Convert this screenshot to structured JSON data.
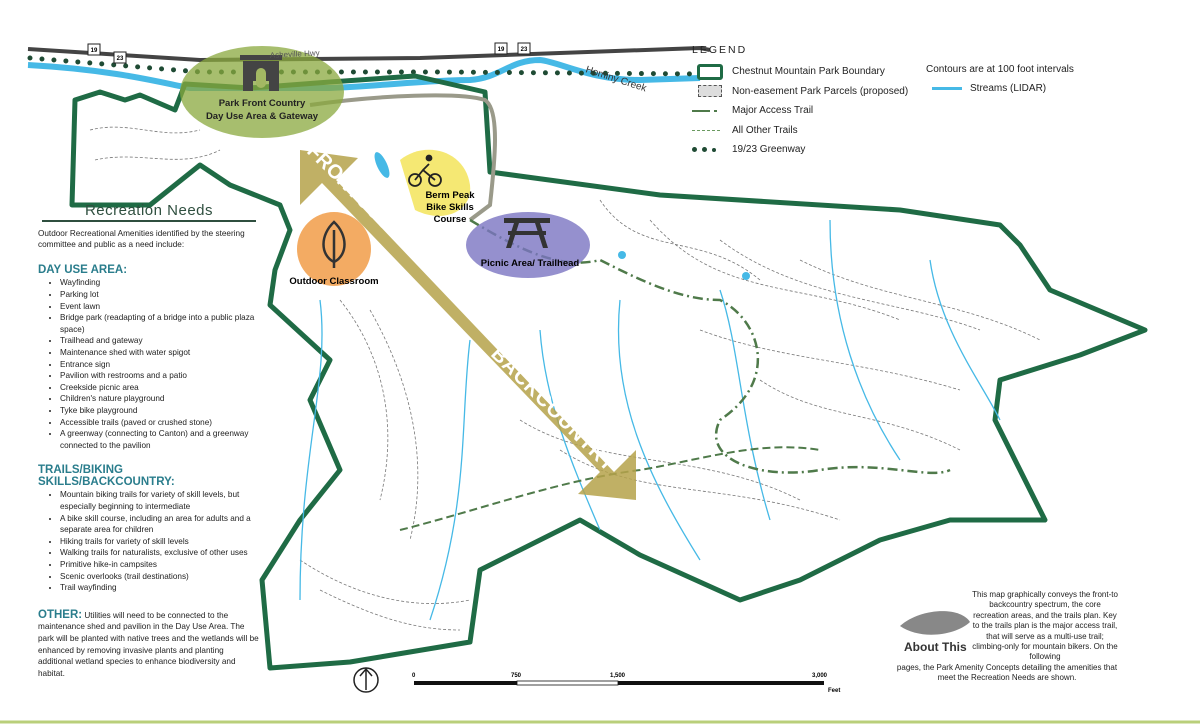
{
  "map": {
    "road_label": "Asheville Hwy",
    "creek_label": "Hominy Creek",
    "highway_shields": [
      "19",
      "23"
    ],
    "areas": {
      "front_country": "Park Front Country",
      "front_country_2": "Day Use Area & Gateway",
      "bike_course_1": "Berm Peak",
      "bike_course_2": "Bike Skills",
      "bike_course_3": "Course",
      "outdoor_classroom": "Outdoor Classroom",
      "picnic": "Picnic Area/ Trailhead"
    },
    "spectrum_front": "FRONTCOUNTRY",
    "spectrum_back": "BACKCOUNTRY",
    "colors": {
      "boundary": "#1f6b45",
      "stream": "#46b9e6",
      "trail": "#4f7a4a",
      "arrow": "#b5a24a",
      "front_country": "#8aa83e",
      "bike": "#f3e45a",
      "classroom": "#f0963c",
      "picnic": "#7b74c2"
    }
  },
  "legend": {
    "title": "LEGEND",
    "items": [
      {
        "label": "Chestnut Mountain Park Boundary",
        "icon": "boundary-swatch"
      },
      {
        "label": "Non-easement Park Parcels (proposed)",
        "icon": "parcel-swatch"
      },
      {
        "label": "Major Access Trail",
        "icon": "major-trail-line"
      },
      {
        "label": "All Other Trails",
        "icon": "other-trail-line"
      },
      {
        "label": "19/23 Greenway",
        "icon": "greenway-dots"
      }
    ],
    "contours": "Contours are at 100 foot intervals",
    "streams": "Streams (LIDAR)"
  },
  "panel": {
    "title": "Recreation Needs",
    "intro": "Outdoor Recreational Amenities identified by the steering committee and public as a need include:",
    "day_use_heading": "DAY USE AREA:",
    "day_use_items": [
      "Wayfinding",
      "Parking lot",
      "Event lawn",
      "Bridge park (readapting of a bridge into a public plaza space)",
      "Trailhead and gateway",
      "Maintenance shed with water spigot",
      "Entrance sign",
      "Pavilion with restrooms and a patio",
      "Creekside picnic area",
      "Children's nature playground",
      "Tyke bike playground",
      "Accessible trails (paved or crushed stone)",
      "A greenway (connecting to Canton) and a greenway connected to the pavilion"
    ],
    "trails_heading": "TRAILS/BIKING SKILLS/BACKCOUNTRY:",
    "trails_items": [
      "Mountain biking trails for variety of skill levels, but especially beginning to intermediate",
      "A bike skill course, including an area for adults and a separate area for children",
      "Hiking trails for variety of skill levels",
      "Walking trails for naturalists, exclusive of other uses",
      "Primitive hike-in campsites",
      "Scenic overlooks (trail destinations)",
      "Trail wayfinding"
    ],
    "other_heading": "OTHER:",
    "other_text": "Utilities will need to be connected to the maintenance shed and pavilion in the Day Use Area.  The park will be planted with native trees and the wetlands will be enhanced by removing invasive plants and planting additional wetland species to enhance biodiversity and habitat."
  },
  "about": {
    "title": "About This",
    "text": "This map graphically conveys the front-to backcountry spectrum, the core recreation areas, and the trails plan.  Key to the trails plan is the major access trail, that will serve as a multi-use trail; climbing-only for mountain bikers. On the following",
    "text_tail": "pages, the Park Amenity Concepts detailing the amenities that meet the Recreation Needs are shown."
  },
  "scale_bar": {
    "ticks": [
      "0",
      "750",
      "1,500",
      "3,000"
    ],
    "unit": "Feet"
  }
}
